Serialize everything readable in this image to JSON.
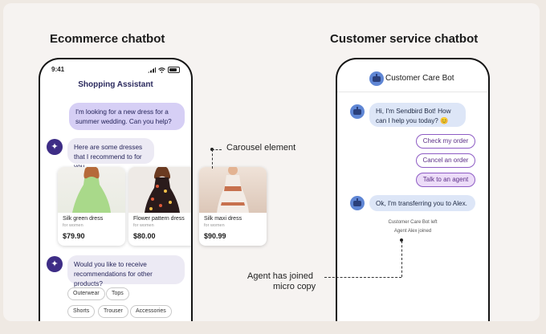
{
  "headings": {
    "left": "Ecommerce chatbot",
    "right": "Customer service chatbot"
  },
  "ecommerce": {
    "status_time": "9:41",
    "title": "Shopping Assistant",
    "user_message": "I'm looking for a new dress for a summer wedding. Can you help?",
    "bot_message_1": "Here are some dresses that I recommend to for you.",
    "products": [
      {
        "name": "Silk green dress",
        "for": "for women",
        "price": "$79.90"
      },
      {
        "name": "Flower pattern dress",
        "for": "for women",
        "price": "$80.00"
      },
      {
        "name": "Silk maxi dress",
        "for": "for women",
        "price": "$90.99"
      }
    ],
    "bot_message_2": "Would you like to receive recommendations for other products?",
    "chips": [
      "Outerwear",
      "Tops",
      "Shorts",
      "Trouser",
      "Accessories"
    ]
  },
  "customer_service": {
    "title": "Customer Care Bot",
    "greeting": "Hi, I'm Sendbird Bot! How can I help you today? 😊",
    "options": [
      "Check my order",
      "Cancel an order",
      "Talk to an agent"
    ],
    "selected_option": "Talk to an agent",
    "transfer_message": "Ok, I'm transferring you to Alex.",
    "micro_copy": [
      "Customer Care Bot left",
      "Agent Alex joined"
    ]
  },
  "annotations": {
    "carousel": "Carousel element",
    "agent_joined_1": "Agent has joined",
    "agent_joined_2": "micro copy"
  },
  "colors": {
    "user_bubble": "#d6cff5",
    "bot_bubble": "#eceaf4",
    "accent_purple": "#8e5cc4",
    "service_bubble": "#dde6f7"
  }
}
